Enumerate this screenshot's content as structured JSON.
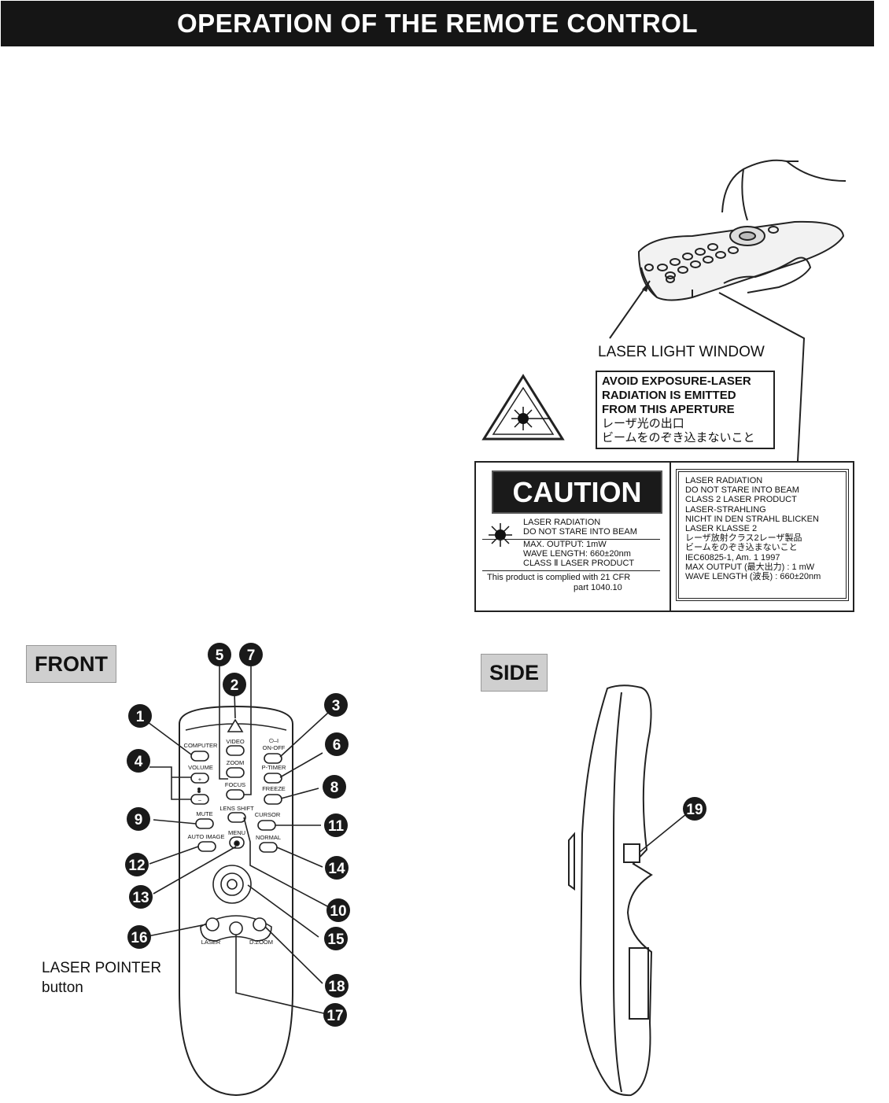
{
  "page": {
    "title": "OPERATION OF THE REMOTE CONTROL"
  },
  "laser_label": {
    "window": "LASER LIGHT WINDOW",
    "warning": {
      "line1": "AVOID EXPOSURE-LASER",
      "line2": "RADIATION IS EMITTED",
      "line3": "FROM THIS APERTURE",
      "jp1": "レーザ光の出口",
      "jp2": "ビームをのぞき込まないこと"
    }
  },
  "caution": {
    "title": "CAUTION",
    "left_lines": [
      "LASER RADIATION",
      "DO NOT STARE INTO BEAM",
      "MAX. OUTPUT: 1mW",
      "WAVE LENGTH: 660±20nm",
      "CLASS Ⅱ LASER PRODUCT"
    ],
    "compliance": [
      "This product is complied with 21 CFR",
      "part 1040.10"
    ],
    "right_lines": [
      "LASER RADIATION",
      "DO NOT STARE INTO BEAM",
      "CLASS 2 LASER PRODUCT",
      "LASER-STRAHLING",
      "NICHT IN DEN STRAHL BLICKEN",
      "LASER KLASSE 2",
      "レーザ放射クラス2レーザ製品",
      "ビームをのぞき込まないこと",
      "IEC60825-1, Am. 1 1997",
      "MAX OUTPUT (最大出力) : 1 mW",
      "WAVE LENGTH (波長) : 660±20nm"
    ]
  },
  "front": {
    "label": "FRONT",
    "buttons": {
      "computer": "COMPUTER",
      "video": "VIDEO",
      "on_off": "ON-OFF",
      "volume": "VOLUME",
      "zoom": "ZOOM",
      "p_timer": "P-TIMER",
      "focus": "FOCUS",
      "freeze": "FREEZE",
      "mute": "MUTE",
      "lens_shift": "LENS SHIFT",
      "cursor": "CURSOR",
      "auto_image": "AUTO IMAGE",
      "menu": "MENU",
      "normal": "NORMAL",
      "laser": "LASER",
      "d_zoom": "D.ZOOM",
      "plus": "+",
      "minus": "−",
      "power_symbol": "⏻–I"
    },
    "callouts": [
      "1",
      "2",
      "3",
      "4",
      "5",
      "6",
      "7",
      "8",
      "9",
      "10",
      "11",
      "12",
      "13",
      "14",
      "15",
      "16",
      "17",
      "18"
    ],
    "pointer_note": [
      "LASER POINTER",
      "button"
    ]
  },
  "side": {
    "label": "SIDE",
    "callouts": [
      "19"
    ]
  }
}
